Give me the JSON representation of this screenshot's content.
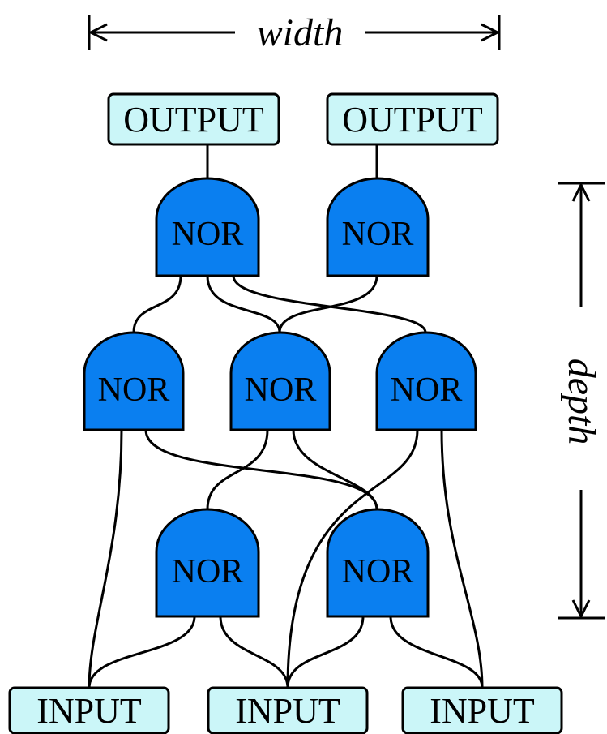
{
  "dimensions": {
    "width_label": "width",
    "depth_label": "depth"
  },
  "outputs": [
    {
      "label": "OUTPUT"
    },
    {
      "label": "OUTPUT"
    }
  ],
  "gates": {
    "layer1": [
      {
        "label": "NOR"
      },
      {
        "label": "NOR"
      }
    ],
    "layer2": [
      {
        "label": "NOR"
      },
      {
        "label": "NOR"
      },
      {
        "label": "NOR"
      }
    ],
    "layer3": [
      {
        "label": "NOR"
      },
      {
        "label": "NOR"
      }
    ]
  },
  "inputs": [
    {
      "label": "INPUT"
    },
    {
      "label": "INPUT"
    },
    {
      "label": "INPUT"
    }
  ],
  "colors": {
    "gate_fill": "#0a7ff0",
    "io_fill": "#cbf6f8"
  }
}
